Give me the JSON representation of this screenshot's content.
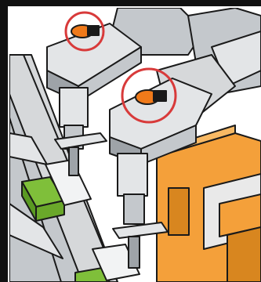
{
  "scene": {
    "subject": "robotic-arms-over-conveyor",
    "colors": {
      "outline": "#1a1a1a",
      "metal_light": "#e3e5e7",
      "metal_mid": "#c4c8cc",
      "metal_dark": "#9ea3a8",
      "conveyor": "#d6d8da",
      "conveyor_belt": "#bfc3c7",
      "sensor_orange": "#f07a1a",
      "sensor_ring": "#d83a3a",
      "product_green": "#7fbf3a",
      "product_green_dark": "#5a9a22",
      "machine_orange": "#f4a03a",
      "machine_orange_dark": "#d8861f"
    },
    "highlights": [
      {
        "name": "sensor-highlight-upper"
      },
      {
        "name": "sensor-highlight-lower"
      }
    ]
  }
}
